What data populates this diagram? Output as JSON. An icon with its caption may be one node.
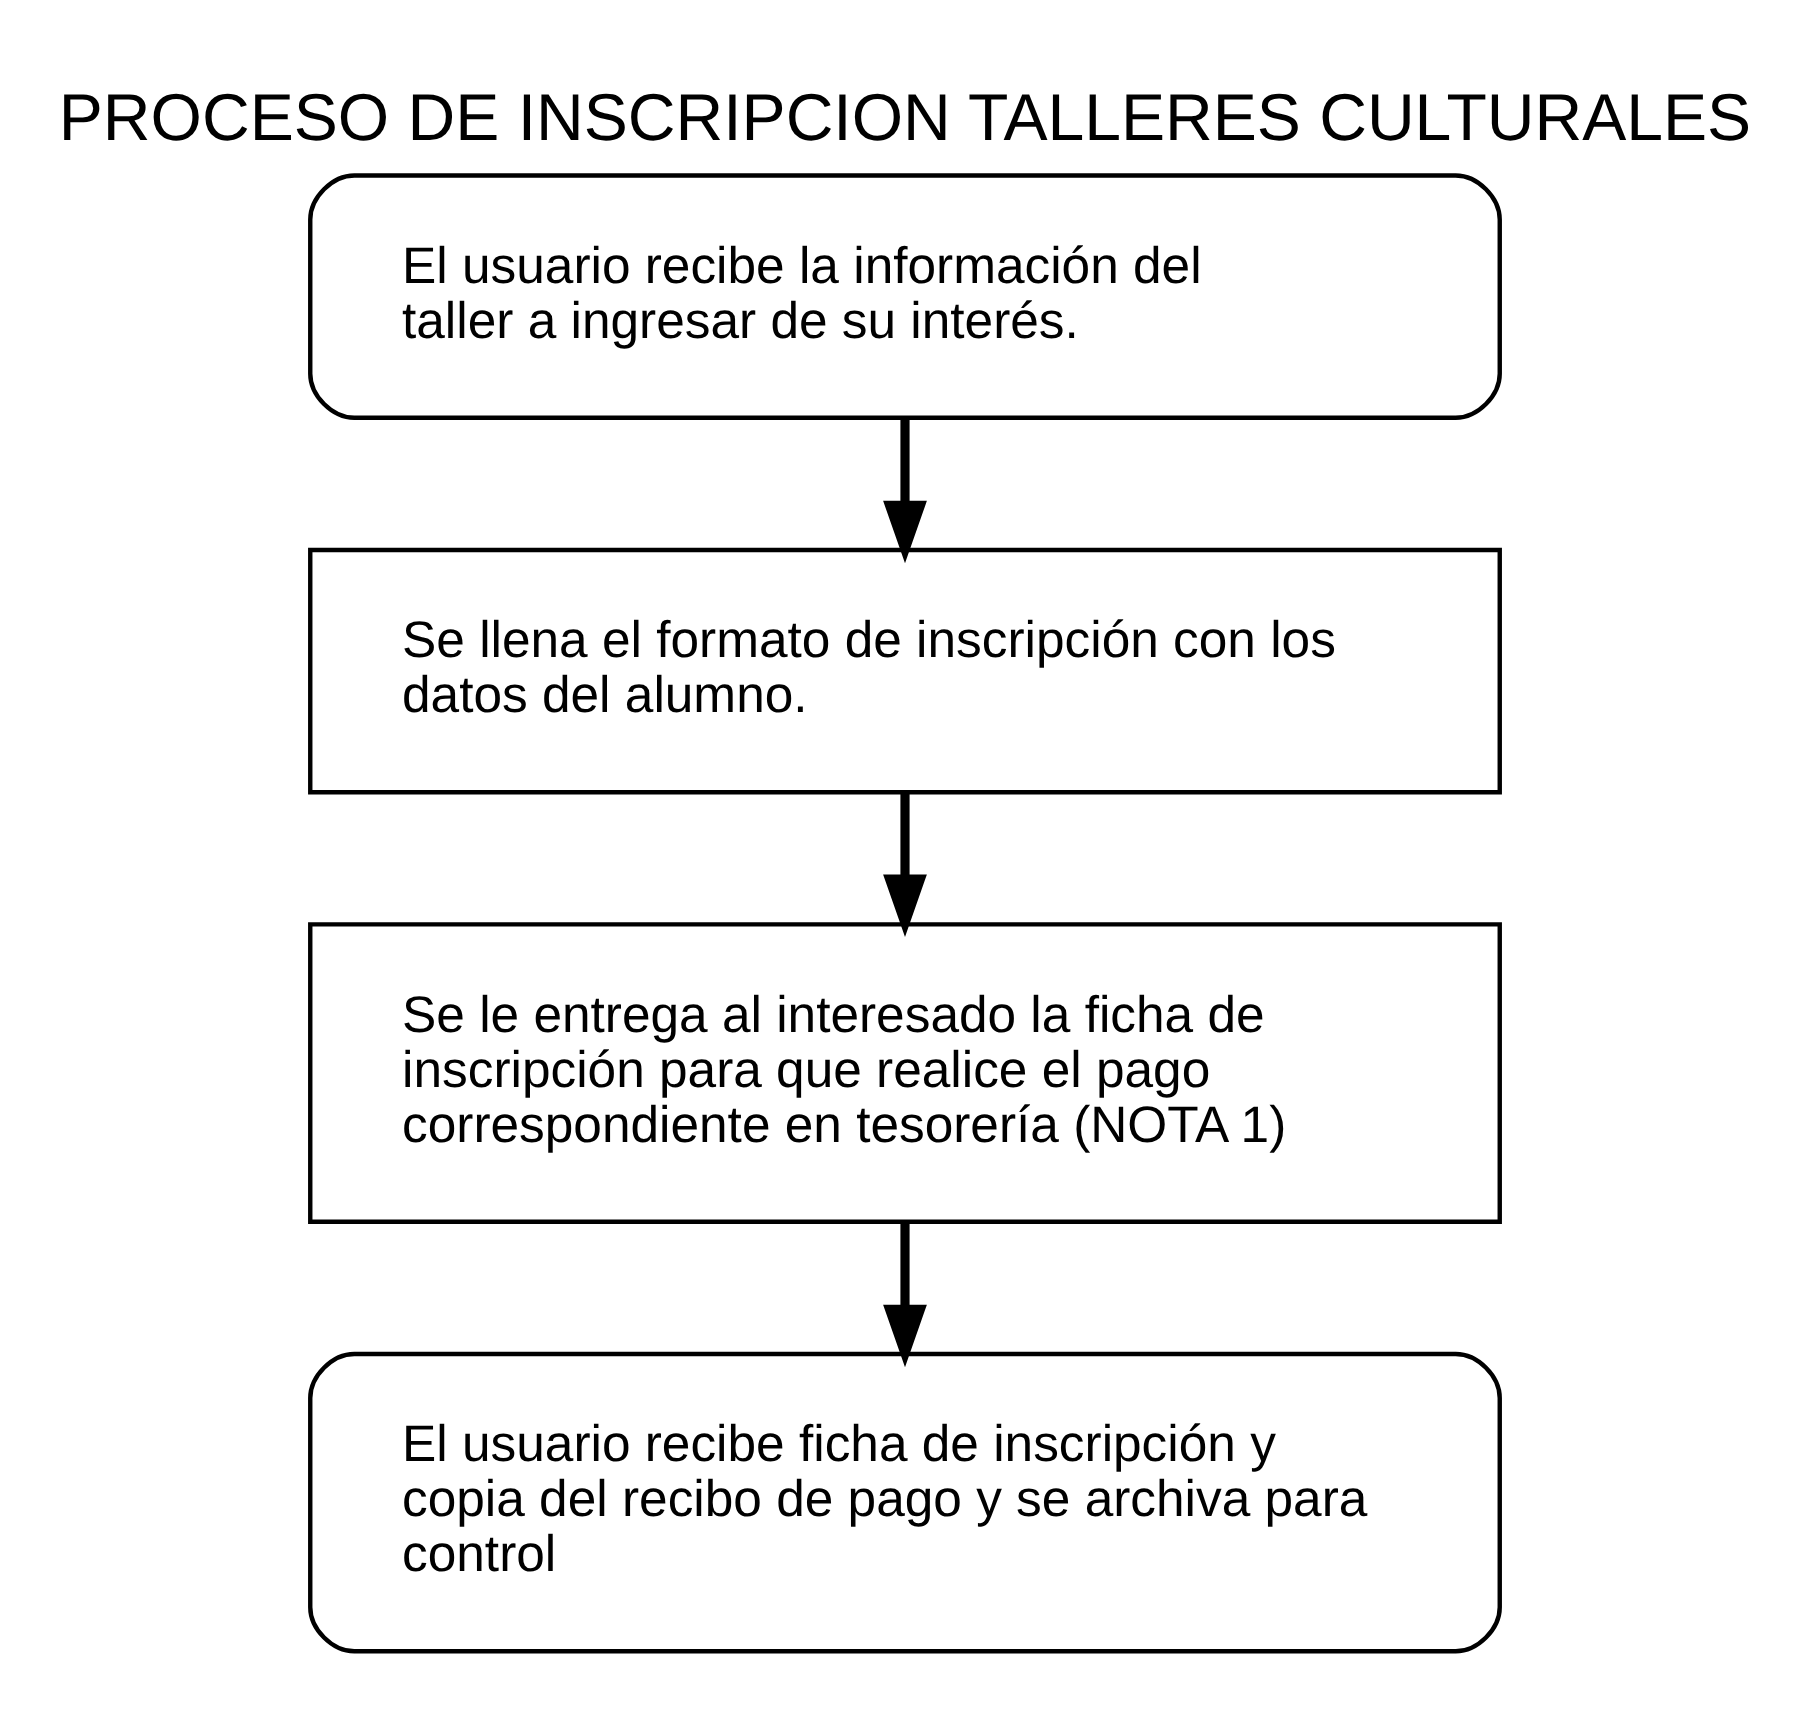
{
  "diagram": {
    "title": "PROCESO DE INSCRIPCION TALLERES CULTURALES",
    "nodes": [
      {
        "text": [
          "El usuario recibe la información del taller a ingresar de su interés."
        ]
      },
      {
        "text": [
          "Se llena el formato de inscripción con los datos del alumno."
        ]
      },
      {
        "text": [
          "Se le entrega al interesado la ficha de inscripción para que realice el pago correspondiente en tesorería (NOTA 1)"
        ]
      },
      {
        "text": [
          "El usuario recibe ficha de inscripción y copia del recibo de pago y se archiva para control"
        ]
      }
    ],
    "edges": [
      {
        "from": 0,
        "to": 1,
        "arrow": "to"
      },
      {
        "from": 1,
        "to": 2,
        "arrow": "to"
      },
      {
        "from": 2,
        "to": 3,
        "arrow": "to"
      }
    ]
  }
}
